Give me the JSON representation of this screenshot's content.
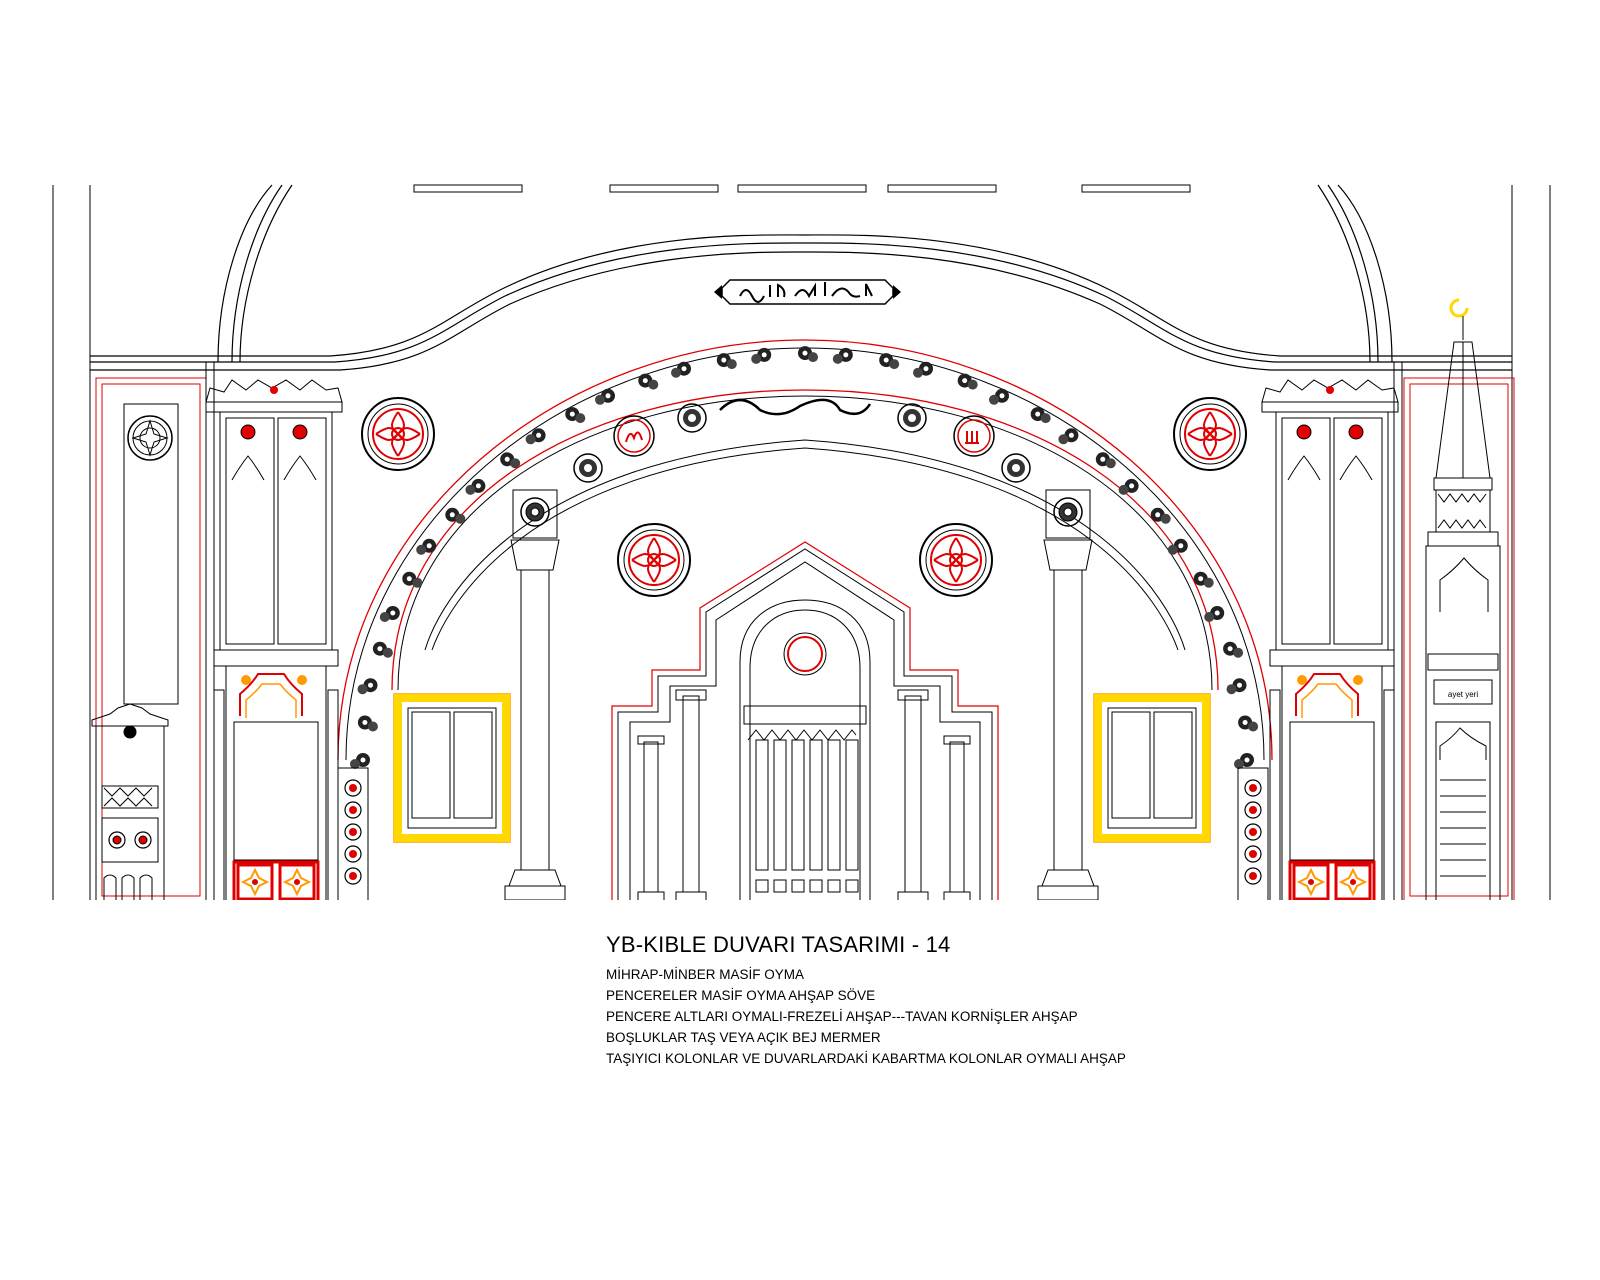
{
  "title": "YB-KIBLE DUVARI TASARIMI - 14",
  "notes": [
    "MİHRAP-MİNBER MASİF OYMA",
    "PENCERELER MASİF OYMA AHŞAP SÖVE",
    "PENCERE ALTLARI OYMALI-FREZELİ AHŞAP---TAVAN KORNİŞLER AHŞAP",
    "BOŞLUKLAR TAŞ VEYA AÇIK BEJ MERMER",
    "TAŞIYICI KOLONLAR VE DUVARLARDAKİ KABARTMA KOLONLAR OYMALI AHŞAP"
  ],
  "minber_label": "ayet yeri",
  "colors": {
    "line": "#000000",
    "accent_red": "#e00000",
    "accent_yellow": "#ffd800",
    "accent_orange": "#ff9a00"
  }
}
